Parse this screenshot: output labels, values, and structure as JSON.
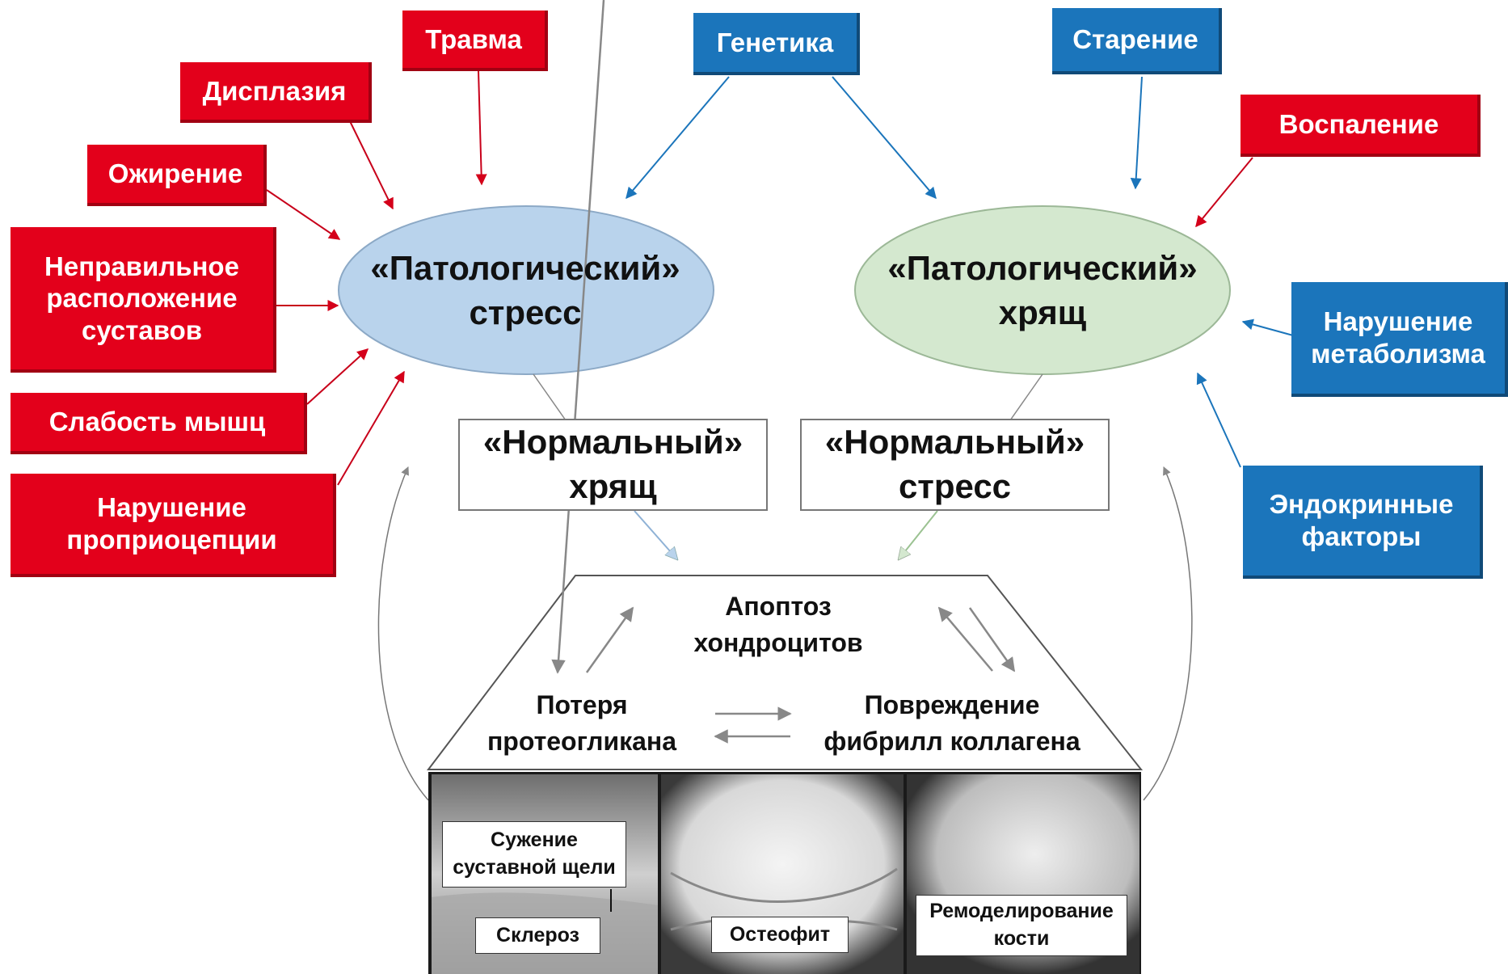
{
  "risk_factors_red": {
    "trauma": "Травма",
    "dysplasia": "Дисплазия",
    "obesity": "Ожирение",
    "malalignment": "Неправильное\nрасположение\nсуставов",
    "muscle_weakness": "Слабость мышц",
    "proprioception": "Нарушение\nпроприоцепции",
    "inflammation": "Воспаление"
  },
  "risk_factors_blue": {
    "genetics": "Генетика",
    "aging": "Старение",
    "metabolism": "Нарушение\nметаболизма",
    "endocrine": "Эндокринные\nфакторы"
  },
  "ellipses": {
    "stress": "«Патологический»\nстресс",
    "cartilage": "«Патологический»\nхрящ"
  },
  "normal_boxes": {
    "cartilage": "«Нормальный»\nхрящ",
    "stress": "«Нормальный»\nстресс"
  },
  "process": {
    "apoptosis": "Апоптоз\nхондроцитов",
    "proteoglycan": "Потеря\nпротеогликана",
    "collagen": "Повреждение\nфибрилл коллагена"
  },
  "xray_labels": {
    "narrowing": "Сужение\nсуставной щели",
    "sclerosis": "Склероз",
    "osteophyte": "Остеофит",
    "remodeling": "Ремоделирование\nкости"
  },
  "colors": {
    "red": "#e3001b",
    "blue": "#1b75bb",
    "ellipse_stress": "#b9d3ec",
    "ellipse_cartilage": "#d4e8cf"
  }
}
